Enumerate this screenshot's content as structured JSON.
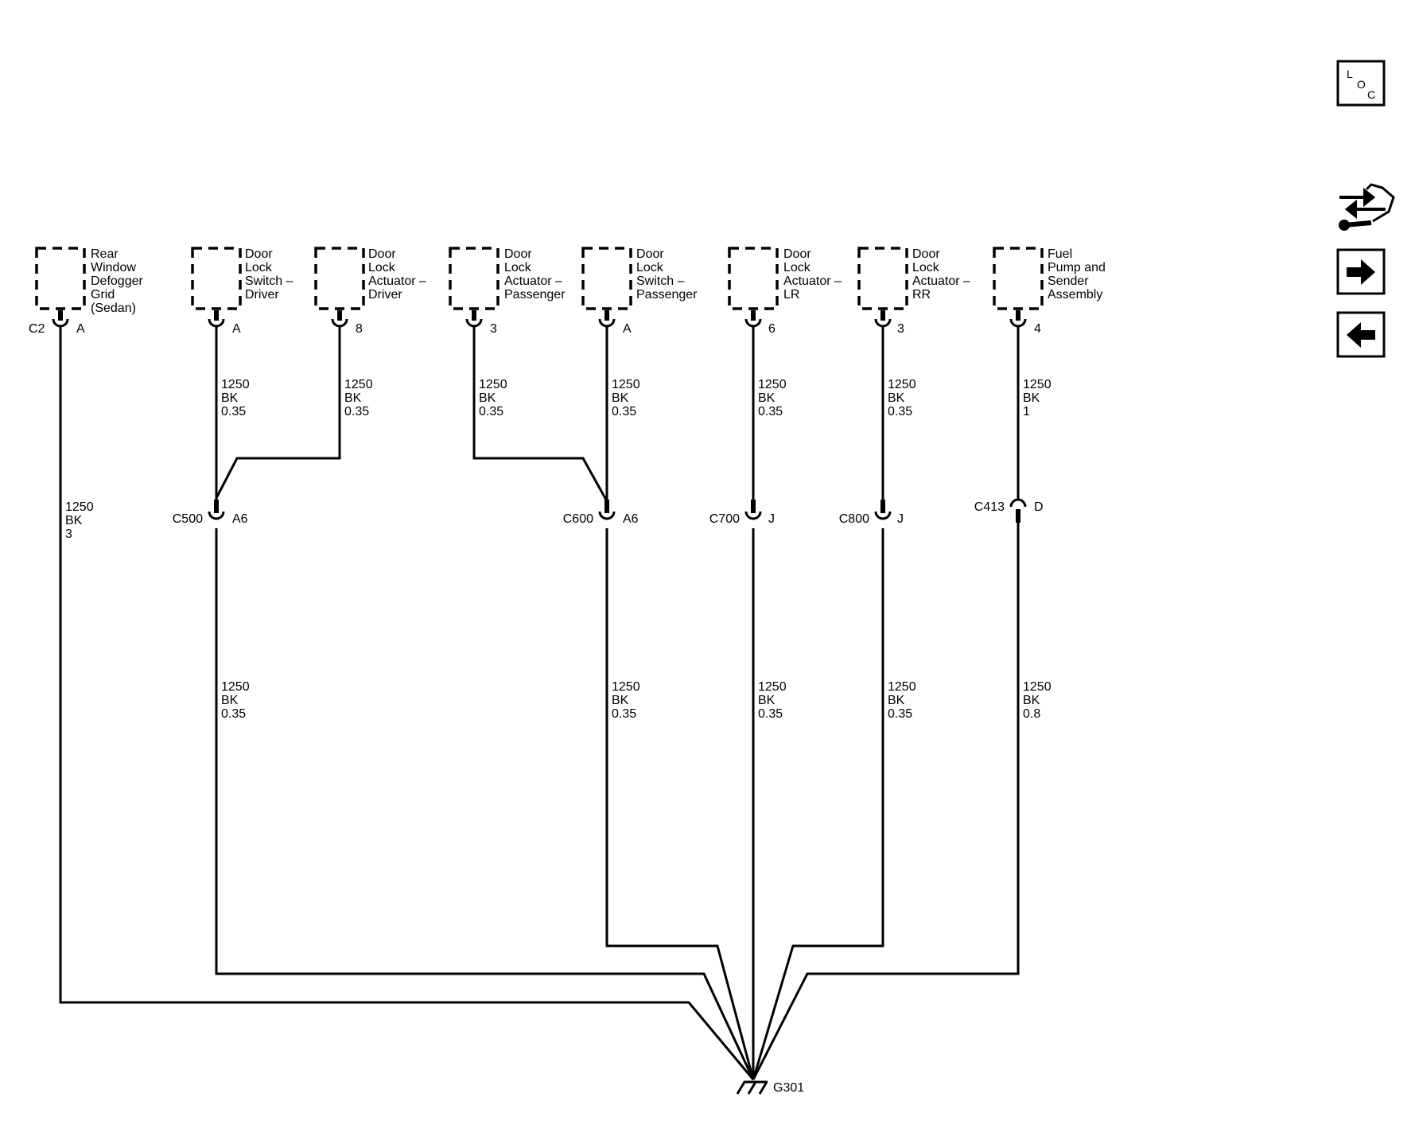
{
  "components": [
    {
      "id": "rear-window-defogger-grid",
      "lines": [
        "Rear",
        "Window",
        "Defogger",
        "Grid",
        "(Sedan)"
      ],
      "connector": "C2",
      "pin": "A"
    },
    {
      "id": "door-lock-switch-driver",
      "lines": [
        "Door",
        "Lock",
        "Switch –",
        "Driver"
      ],
      "connector": "",
      "pin": "A"
    },
    {
      "id": "door-lock-actuator-driver",
      "lines": [
        "Door",
        "Lock",
        "Actuator –",
        "Driver"
      ],
      "connector": "",
      "pin": "8"
    },
    {
      "id": "door-lock-actuator-passenger",
      "lines": [
        "Door",
        "Lock",
        "Actuator –",
        "Passenger"
      ],
      "connector": "",
      "pin": "3"
    },
    {
      "id": "door-lock-switch-passenger",
      "lines": [
        "Door",
        "Lock",
        "Switch –",
        "Passenger"
      ],
      "connector": "",
      "pin": "A"
    },
    {
      "id": "door-lock-actuator-lr",
      "lines": [
        "Door",
        "Lock",
        "Actuator –",
        "LR"
      ],
      "connector": "",
      "pin": "6"
    },
    {
      "id": "door-lock-actuator-rr",
      "lines": [
        "Door",
        "Lock",
        "Actuator –",
        "RR"
      ],
      "connector": "",
      "pin": "3"
    },
    {
      "id": "fuel-pump-sender-assembly",
      "lines": [
        "Fuel",
        "Pump and",
        "Sender",
        "Assembly"
      ],
      "connector": "",
      "pin": "4"
    }
  ],
  "wire_labels": [
    {
      "id": "w-defogger",
      "lines": [
        "1250",
        "BK",
        "3"
      ]
    },
    {
      "id": "w-switch-driver",
      "lines": [
        "1250",
        "BK",
        "0.35"
      ]
    },
    {
      "id": "w-actuator-driver",
      "lines": [
        "1250",
        "BK",
        "0.35"
      ]
    },
    {
      "id": "w-actuator-passenger",
      "lines": [
        "1250",
        "BK",
        "0.35"
      ]
    },
    {
      "id": "w-switch-passenger",
      "lines": [
        "1250",
        "BK",
        "0.35"
      ]
    },
    {
      "id": "w-actuator-lr",
      "lines": [
        "1250",
        "BK",
        "0.35"
      ]
    },
    {
      "id": "w-actuator-rr",
      "lines": [
        "1250",
        "BK",
        "0.35"
      ]
    },
    {
      "id": "w-fuel-pump",
      "lines": [
        "1250",
        "BK",
        "1"
      ]
    },
    {
      "id": "w-c500-ground",
      "lines": [
        "1250",
        "BK",
        "0.35"
      ]
    },
    {
      "id": "w-c600-ground",
      "lines": [
        "1250",
        "BK",
        "0.35"
      ]
    },
    {
      "id": "w-c700-ground",
      "lines": [
        "1250",
        "BK",
        "0.35"
      ]
    },
    {
      "id": "w-c800-ground",
      "lines": [
        "1250",
        "BK",
        "0.35"
      ]
    },
    {
      "id": "w-c413-ground",
      "lines": [
        "1250",
        "BK",
        "0.8"
      ]
    }
  ],
  "inline_connectors": [
    {
      "id": "c500",
      "name": "C500",
      "pin": "A6"
    },
    {
      "id": "c600",
      "name": "C600",
      "pin": "A6"
    },
    {
      "id": "c700",
      "name": "C700",
      "pin": "J"
    },
    {
      "id": "c800",
      "name": "C800",
      "pin": "J"
    },
    {
      "id": "c413",
      "name": "C413",
      "pin": "D"
    }
  ],
  "ground": {
    "name": "G301"
  },
  "nav": {
    "loc_button": {
      "letters": [
        "L",
        "O",
        "C"
      ]
    },
    "icons": [
      "connector-diagnostic-icon",
      "next-arrow-icon",
      "previous-arrow-icon"
    ]
  }
}
